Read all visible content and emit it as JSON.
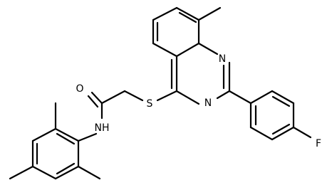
{
  "molecule": {
    "atom_labels": {
      "amide_oxygen": "O",
      "amide_nh": "NH",
      "thioether_sulfur": "S",
      "ring_n1": "N",
      "ring_n3": "N",
      "fluorine": "F"
    }
  }
}
